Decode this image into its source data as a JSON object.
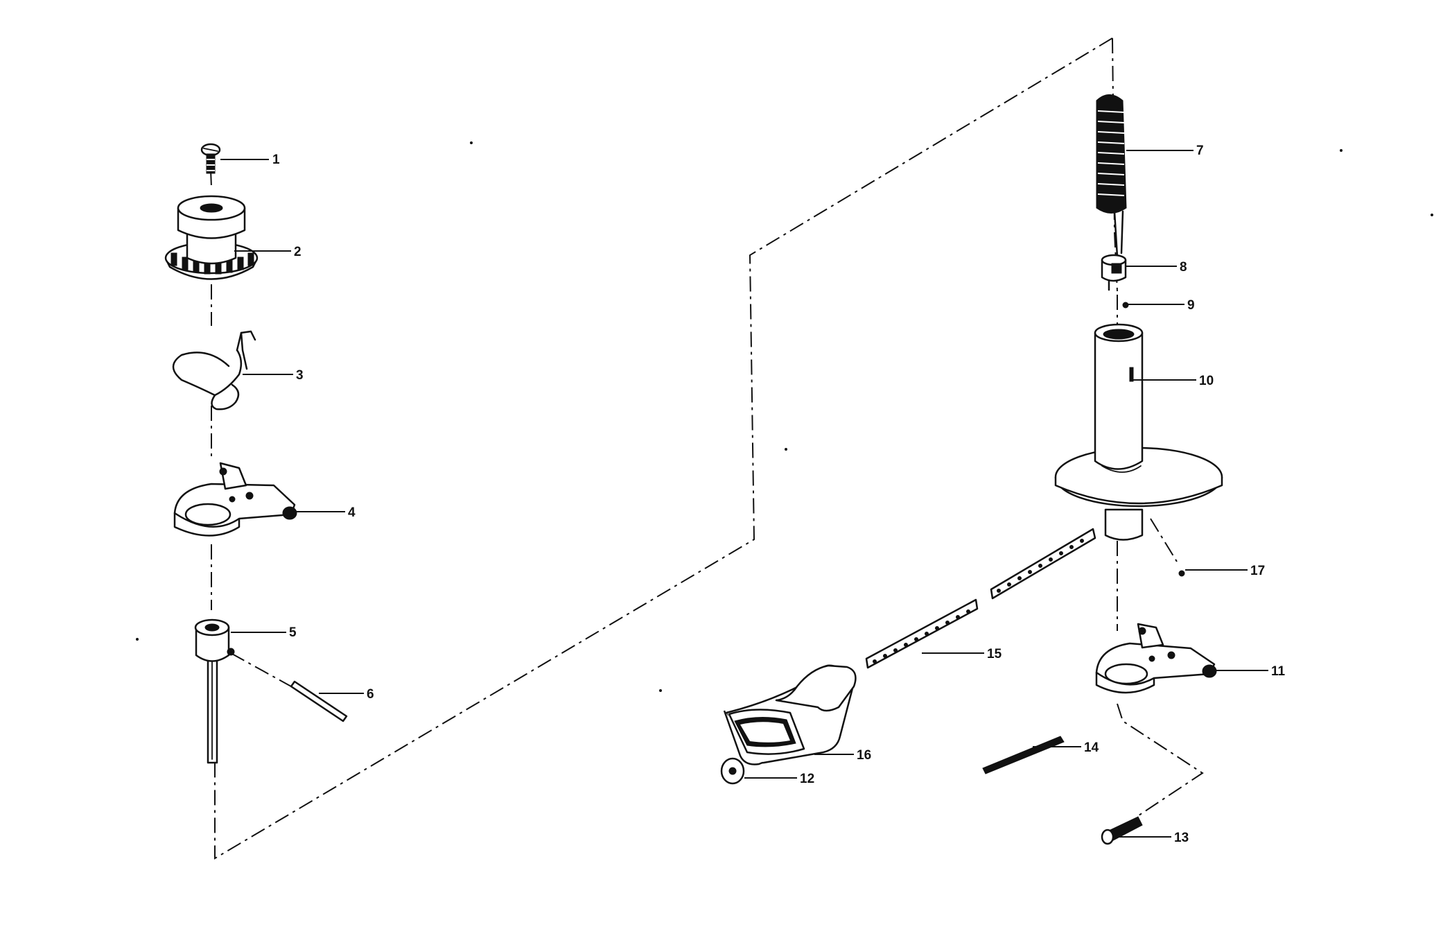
{
  "colors": {
    "ink": "#111111",
    "paper": "#ffffff"
  },
  "callouts": [
    {
      "number": "1",
      "part": "screw-icon"
    },
    {
      "number": "2",
      "part": "knob-pulley-icon"
    },
    {
      "number": "3",
      "part": "clip-spring-icon"
    },
    {
      "number": "4",
      "part": "bracket-arm-icon"
    },
    {
      "number": "5",
      "part": "collar-icon"
    },
    {
      "number": "6",
      "part": "pin-icon"
    },
    {
      "number": "7",
      "part": "spring-icon"
    },
    {
      "number": "8",
      "part": "bushing-icon"
    },
    {
      "number": "9",
      "part": "ball-icon"
    },
    {
      "number": "10",
      "part": "post-with-flange-icon"
    },
    {
      "number": "11",
      "part": "bracket-arm-icon"
    },
    {
      "number": "12",
      "part": "washer-icon"
    },
    {
      "number": "13",
      "part": "screw-icon"
    },
    {
      "number": "14",
      "part": "pin-icon"
    },
    {
      "number": "15",
      "part": "perforated-strip-icon"
    },
    {
      "number": "16",
      "part": "handle-grip-icon"
    },
    {
      "number": "17",
      "part": "ball-icon"
    }
  ]
}
